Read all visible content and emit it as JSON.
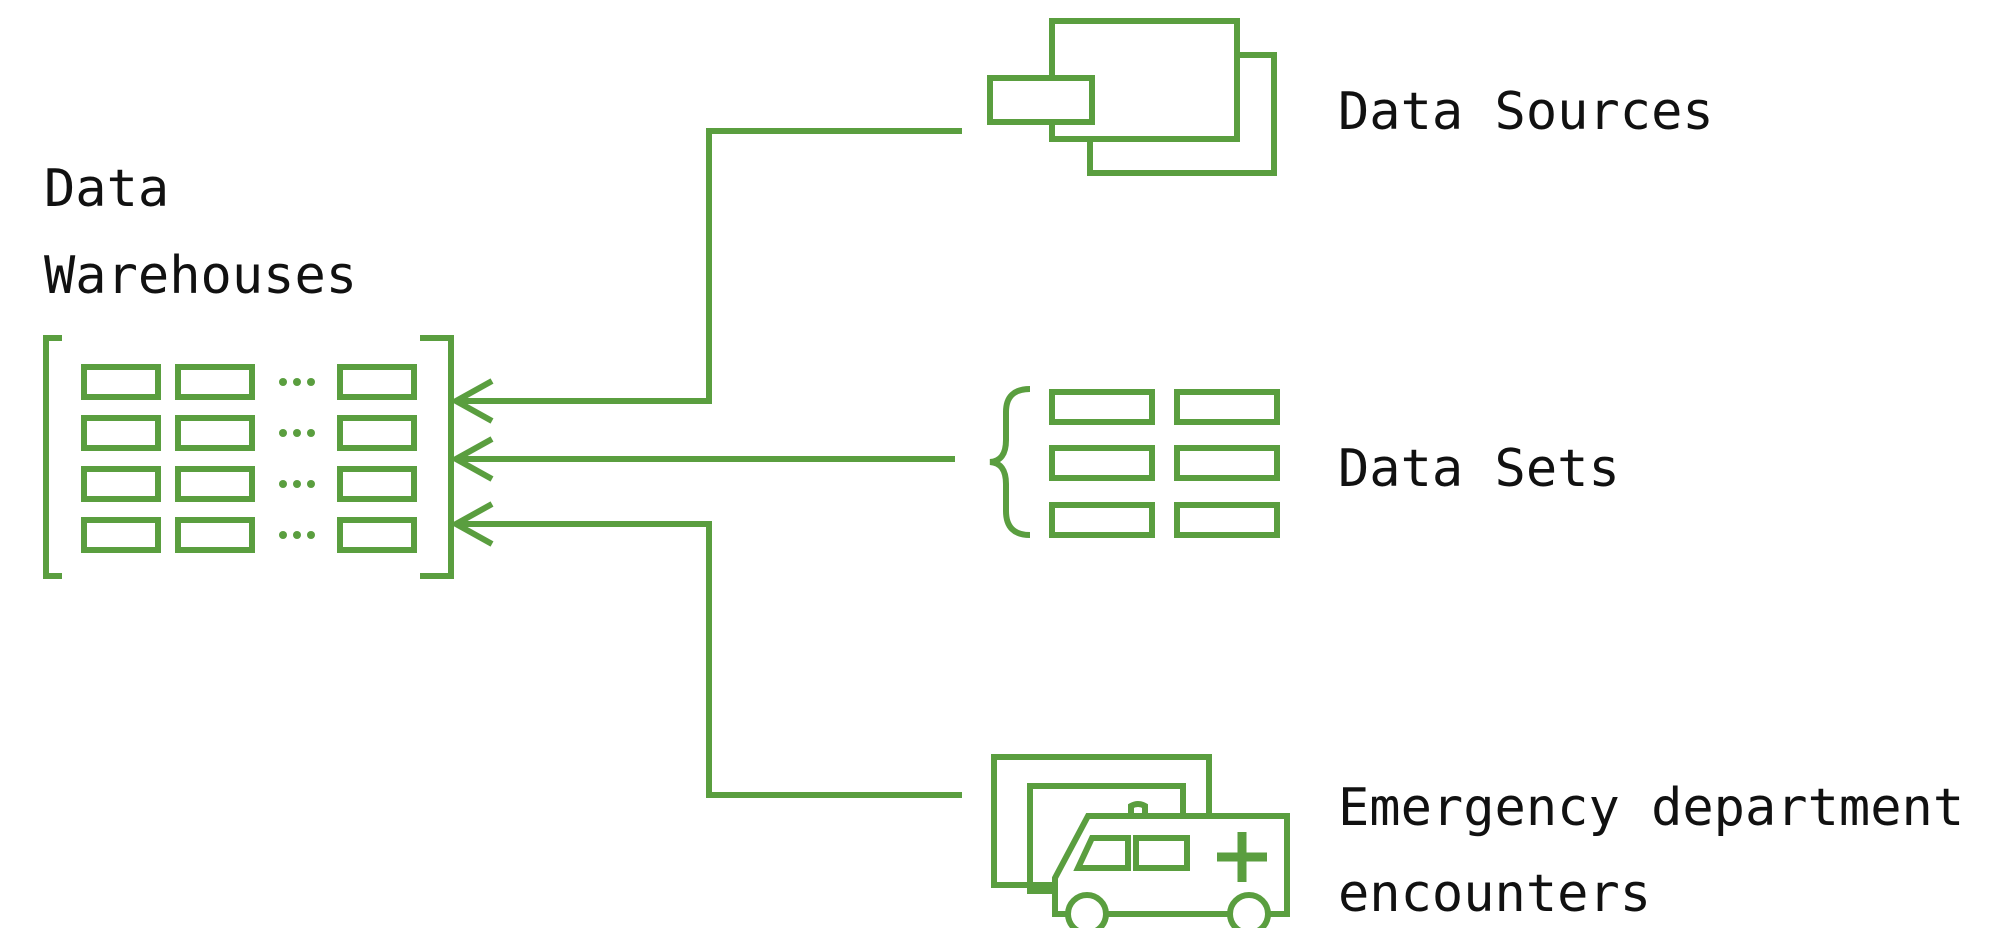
{
  "diagram": {
    "accent_color": "#5a9e3f",
    "warehouse": {
      "label_line1": "Data",
      "label_line2": "Warehouses",
      "icon": "data-warehouse-icon"
    },
    "sources": [
      {
        "label": "Data Sources",
        "icon": "data-sources-icon"
      },
      {
        "label": "Data Sets",
        "icon": "data-sets-icon"
      },
      {
        "label_line1": "Emergency department",
        "label_line2": "encounters",
        "icon": "ambulance-icon"
      }
    ]
  }
}
